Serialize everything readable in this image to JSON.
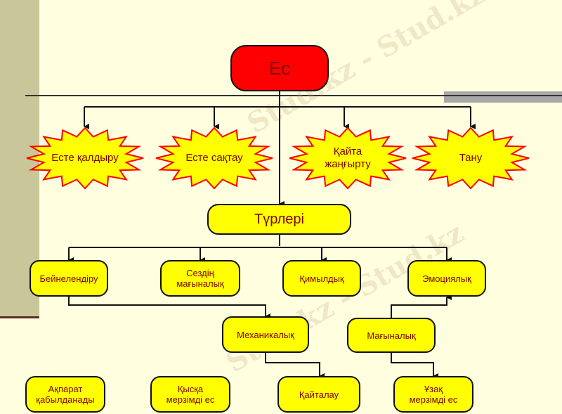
{
  "watermark": "Stud.kz - Stud.kz",
  "root": "Ес",
  "processes": [
    "Есте қалдыру",
    "Есте сақтау",
    "Қайта\nжаңғырту",
    "Тану"
  ],
  "types_title": "Түрлері",
  "types": [
    "Бейнелендіру",
    "Сездің\nмағыналық",
    "Қимылдық",
    "Эмоциялық"
  ],
  "middle": [
    "Механикалық",
    "Мағыналық"
  ],
  "bottom": [
    "Ақпарат\nқабылданады",
    "Қысқа\nмерзімді ес",
    "Қайталау",
    "Ұзақ\nмерзімді ес"
  ],
  "colors": {
    "root_fill": "#ff0000",
    "box_fill": "#ffff00",
    "text": "#800000",
    "background": "#ffffe0"
  }
}
